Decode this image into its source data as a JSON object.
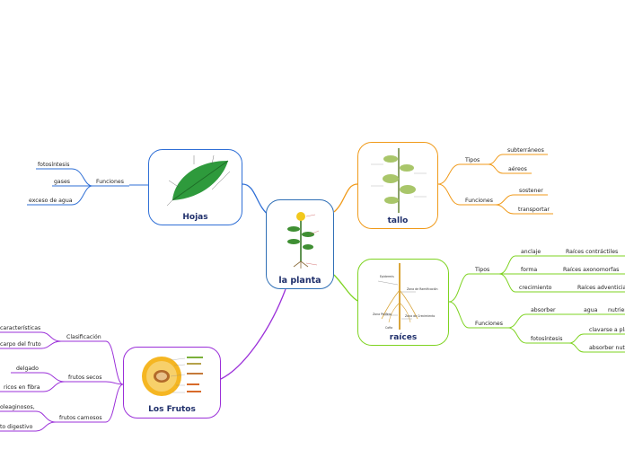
{
  "colors": {
    "root": "#2f6fb6",
    "hojas": "#2f6fd6",
    "tallo": "#f09a1a",
    "raices": "#7ed321",
    "frutos": "#9b30d9"
  },
  "root": {
    "title": "la planta"
  },
  "hojas": {
    "title": "Hojas",
    "branch": "Funciones",
    "items": [
      "fotosíntesis",
      "gases",
      "exceso de agua"
    ]
  },
  "tallo": {
    "title": "tallo",
    "tipos": {
      "label": "Tipos",
      "items": [
        "subterráneos",
        "aéreos"
      ]
    },
    "funciones": {
      "label": "Funciones",
      "items": [
        "sostener",
        "transportar"
      ]
    }
  },
  "raices": {
    "title": "raíces",
    "tipos": {
      "label": "Tipos",
      "items": [
        {
          "name": "anclaje",
          "detail": "Raíces contráctiles"
        },
        {
          "name": "forma",
          "detail": "Raíces axonomorfas"
        },
        {
          "name": "crecimiento",
          "detail": "Raíces adventicias"
        }
      ]
    },
    "funciones": {
      "label": "Funciones",
      "absorber": {
        "name": "absorber",
        "a": "agua",
        "b": "nutrien"
      },
      "fotosintesis": {
        "name": "fotosíntesis",
        "a": "clavarse a pla",
        "b": "absorber nutri"
      }
    },
    "illustration_labels": [
      "Epidermis",
      "Zona de Ramificación",
      "Zona Pelífera",
      "Zona de Crecimiento",
      "Cofia"
    ]
  },
  "frutos": {
    "title": "Los Frutos",
    "clasificacion": {
      "label": "Clasificación",
      "items": [
        "características",
        "carpo del fruto"
      ]
    },
    "secos": {
      "label": "frutos secos",
      "items": [
        "delgado",
        "ricos en fibra"
      ]
    },
    "carnosos": {
      "label": "frutos carnosos",
      "items": [
        "oleaginosos,",
        "to digestivo"
      ]
    }
  }
}
